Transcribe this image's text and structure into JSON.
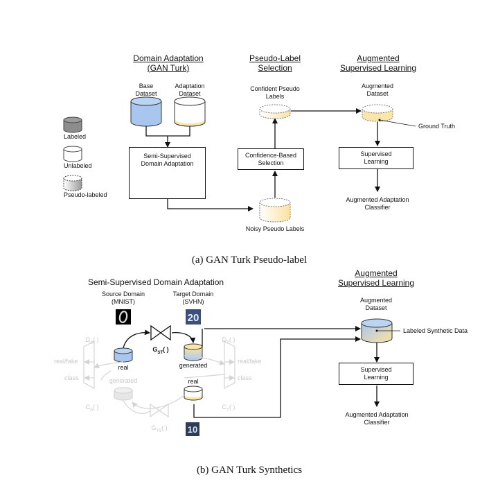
{
  "colors": {
    "blue": "#a9c6ee",
    "yellow": "#fbe6aa",
    "gray": "#8c8c8c",
    "ghost": "#d4d4d4",
    "line": "#111111"
  },
  "panel_a": {
    "headers": {
      "domain_adaptation": "Domain Adaptation (GAN Turk)",
      "domain_adaptation_l1": "Domain Adaptation",
      "domain_adaptation_l2": "(GAN Turk)",
      "pseudo_l1": "Pseudo-Label",
      "pseudo_l2": "Selection",
      "aug_l1": "Augmented",
      "aug_l2": "Supervised Learning"
    },
    "base_dataset_l1": "Base",
    "base_dataset_l2": "Dataset",
    "adaptation_dataset_l1": "Adaptation",
    "adaptation_dataset_l2": "Dataset",
    "confident_l1": "Confident Pseudo",
    "confident_l2": "Labels",
    "aug_dataset_l1": "Augmented",
    "aug_dataset_l2": "Dataset",
    "ground_truth": "Ground Truth",
    "ssda_l1": "Semi-Supervised",
    "ssda_l2": "Domain Adaptation",
    "cbs_l1": "Confidence-Based",
    "cbs_l2": "Selection",
    "sup_l1": "Supervised",
    "sup_l2": "Learning",
    "classifier_l1": "Augmented Adaptation",
    "classifier_l2": "Classifier",
    "noisy": "Noisy Pseudo Labels",
    "legend": {
      "labeled": "Labeled",
      "unlabeled": "Unlabeled",
      "pseudo": "Pseudo-labeled"
    },
    "caption": "(a) GAN Turk Pseudo-label"
  },
  "panel_b": {
    "title": "Semi-Supervised Domain Adaptation",
    "aug_l1": "Augmented",
    "aug_l2": "Supervised Learning",
    "source_l1": "Source Domain",
    "source_l2": "(MNIST)",
    "target_l1": "Target Domain",
    "target_l2": "(SVHN)",
    "mnist_digit": "0",
    "svhn_digit": "20",
    "svhn_digit2": "10",
    "gst": "G",
    "gst_sub": "ST",
    "gst_suffix": "( )",
    "real": "real",
    "generated": "generated",
    "real2": "real",
    "ds": "D",
    "ds_sub": "S",
    "dt": "D",
    "dt_sub": "T",
    "cs": "C",
    "cs_sub": "S",
    "ct": "C",
    "ct_sub": "T",
    "gts": "G",
    "gts_sub": "TS",
    "paren": "( )",
    "realfake_left": "real/fake",
    "class_left": "class",
    "realfake_right": "real/fake",
    "class_right": "class",
    "generated_ghost": "generated",
    "aug_dataset_l1": "Augmented",
    "aug_dataset_l2": "Dataset",
    "labeled_synthetic": "Labeled Synthetic Data",
    "sup_l1": "Supervised",
    "sup_l2": "Learning",
    "classifier_l1": "Augmented Adaptation",
    "classifier_l2": "Classifier",
    "caption": "(b) GAN Turk Synthetics"
  }
}
